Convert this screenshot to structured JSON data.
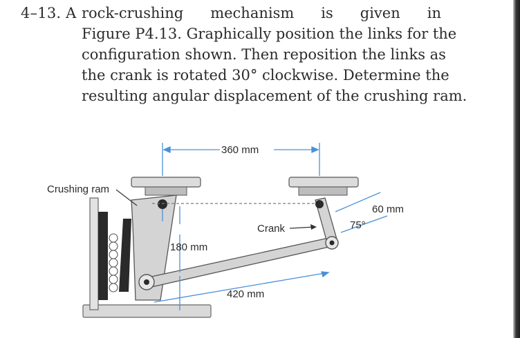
{
  "problem": {
    "number": "4–13. A",
    "lines": [
      "rock-crushing mechanism is given in",
      "Figure P4.13. Graphically position the links for the",
      "configuration shown. Then reposition the links as",
      "the crank is rotated 30° clockwise. Determine the",
      "resulting angular displacement of the crushing ram."
    ]
  },
  "figure": {
    "labels": {
      "crushing_ram": "Crushing ram",
      "horizontal_distance": "360 mm",
      "vertical_distance": "180 mm",
      "crank": "Crank",
      "crank_length": "60 mm",
      "crank_angle": "75°",
      "connector_length": "420 mm"
    },
    "colors": {
      "dimension_lines": "#4a90d9",
      "link_fill": "#d4d4d4",
      "link_stroke": "#555555",
      "jaw_dark": "#2a2a2a"
    }
  }
}
